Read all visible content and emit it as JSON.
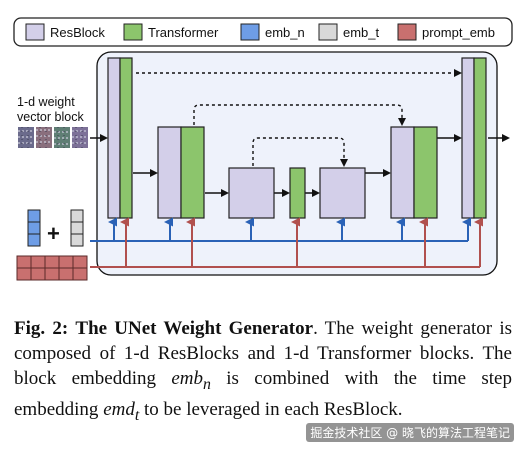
{
  "legend": {
    "items": [
      {
        "label": "ResBlock",
        "color": "#d3cfe9"
      },
      {
        "label": "Transformer",
        "color": "#8cc56c"
      },
      {
        "label": "emb_n",
        "color": "#6e9de6"
      },
      {
        "label": "emb_t",
        "color": "#d9d9d9"
      },
      {
        "label": "prompt_emb",
        "color": "#c9706f"
      }
    ]
  },
  "input": {
    "label_line1": "1-d weight",
    "label_line2": "vector block",
    "plus": "+"
  },
  "colors": {
    "resblock": "#d3cfe9",
    "transformer": "#8cc56c",
    "emb_n": "#6e9de6",
    "emb_t": "#d9d9d9",
    "prompt_emb": "#c9706f",
    "blue_line": "#2a62b6",
    "red_line": "#b1504e",
    "panel_bg": "#eef2fb"
  },
  "caption": {
    "fig_label": "Fig. 2:",
    "fig_title": "The UNet Weight Generator",
    "text_a": ". The weight generator is composed of 1-d ResBlocks and 1-d Transformer blocks. The block embedding ",
    "emb_n": "emb",
    "emb_n_sub": "n",
    "text_b": " is combined with the time step embedding ",
    "emb_t": "emd",
    "emb_t_sub": "t",
    "text_c": " to be leveraged in each ResBlock."
  },
  "watermark": "掘金技术社区 @ 晓飞的算法工程笔记"
}
